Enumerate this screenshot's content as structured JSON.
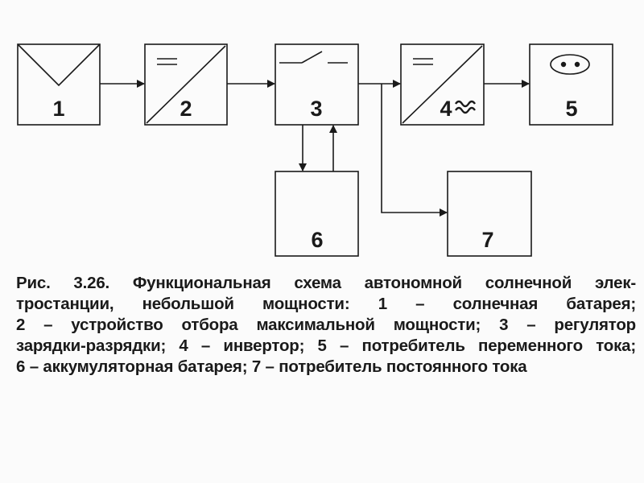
{
  "blocks": [
    {
      "id": "1",
      "label": "1"
    },
    {
      "id": "2",
      "label": "2"
    },
    {
      "id": "3",
      "label": "3"
    },
    {
      "id": "4",
      "label": "4"
    },
    {
      "id": "5",
      "label": "5"
    },
    {
      "id": "6",
      "label": "6"
    },
    {
      "id": "7",
      "label": "7"
    }
  ],
  "caption": {
    "lines": [
      "Рис. 3.26. Функциональная схема автономной солнечной элек-",
      "тростанции, небольшой мощности: 1 – солнечная батарея;",
      "2 – устройство отбора максимальной мощности; 3 – регулятор",
      "зарядки-разрядки; 4 – инвертор; 5 – потребитель переменного тока;",
      "6 – аккумуляторная батарея; 7 – потребитель постоянного тока"
    ]
  },
  "colors": {
    "ink": "#1a1a1a",
    "background": "#fbfbfb"
  }
}
